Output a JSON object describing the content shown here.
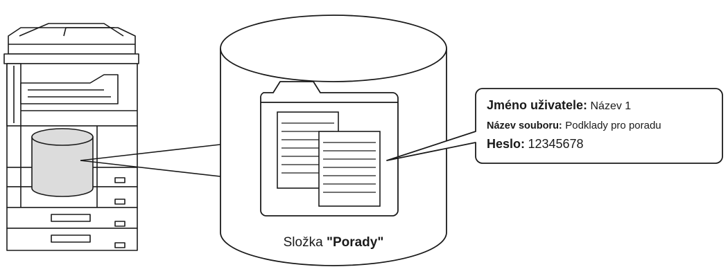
{
  "folder_label": {
    "prefix": "Složka",
    "name": "\"Porady\""
  },
  "callout": {
    "lines": [
      {
        "label": "Jméno uživatele:",
        "value": "Název 1"
      },
      {
        "label": "Název souboru:",
        "value": "Podklady pro poradu"
      },
      {
        "label": "Heslo:",
        "value": "12345678"
      }
    ]
  },
  "icons": {
    "machine": "multifunction-printer-icon",
    "storage": "hard-disk-cylinder-icon",
    "folder": "folder-icon",
    "documents": "document-pages-icon"
  },
  "colors": {
    "stroke": "#1a1a1a",
    "disk_fill": "#dcdcdc",
    "background": "#ffffff"
  }
}
